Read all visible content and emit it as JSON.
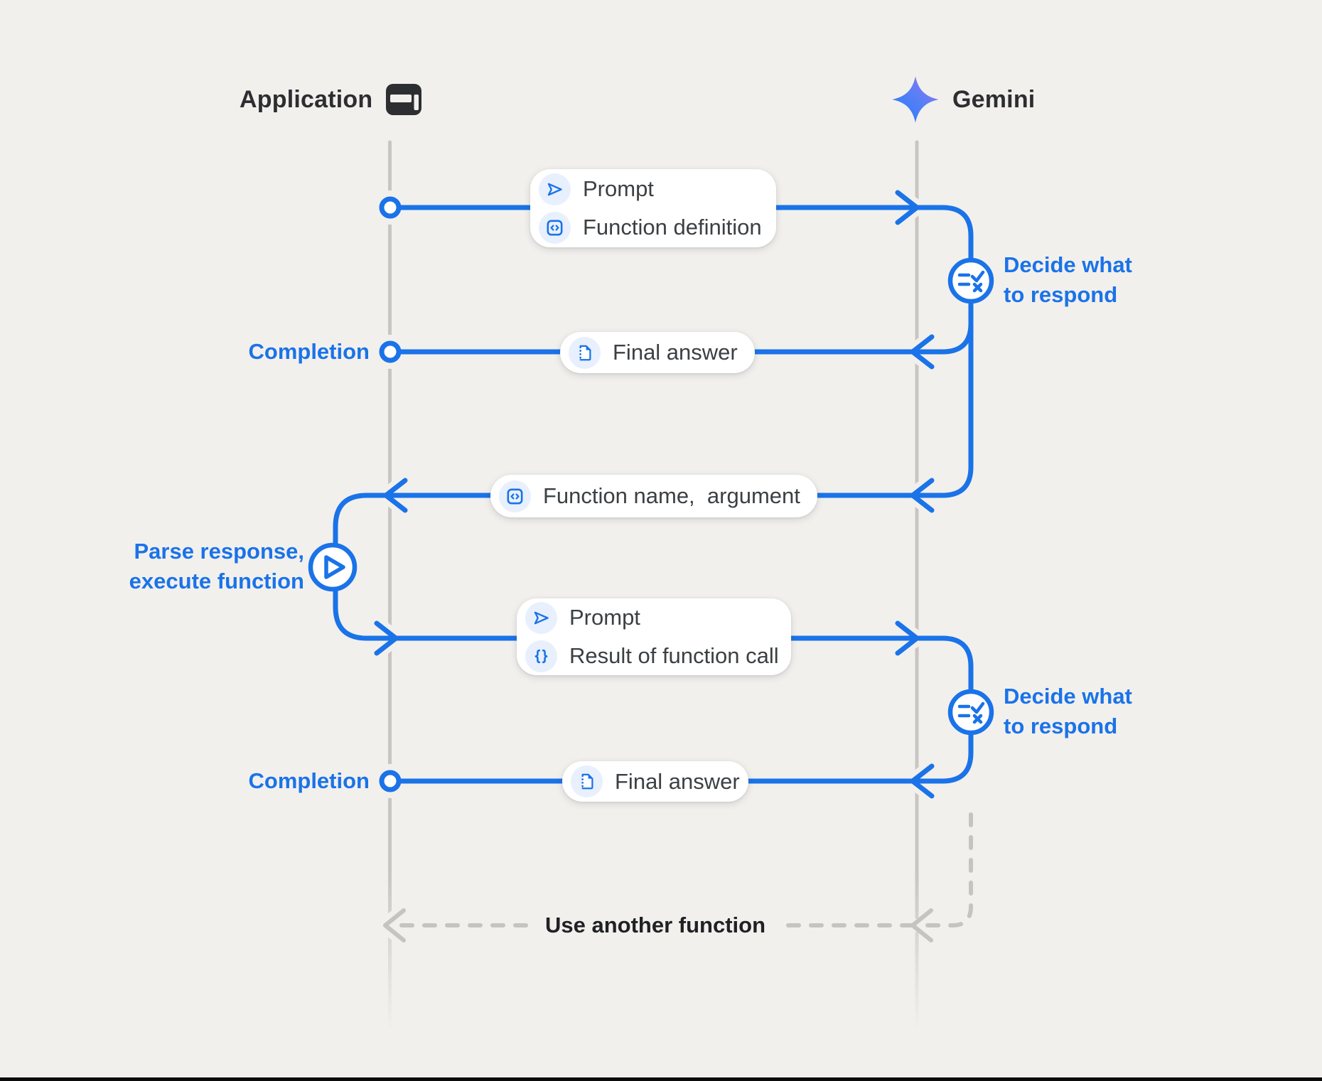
{
  "header": {
    "application_label": "Application",
    "gemini_label": "Gemini"
  },
  "boxes": {
    "prompt_function_definition": {
      "row1": {
        "icon": "send-icon",
        "label": "Prompt"
      },
      "row2": {
        "icon": "code-box-icon",
        "label": "Function definition"
      }
    },
    "final_answer_1": {
      "row1": {
        "icon": "document-icon",
        "label": "Final answer"
      }
    },
    "function_name_argument": {
      "row1": {
        "icon": "code-box-icon",
        "label": "Function name,  argument"
      }
    },
    "prompt_result_of_function_call": {
      "row1": {
        "icon": "send-icon",
        "label": "Prompt"
      },
      "row2": {
        "icon": "braces-icon",
        "label": "Result of function call"
      }
    },
    "final_answer_2": {
      "row1": {
        "icon": "document-icon",
        "label": "Final answer"
      }
    }
  },
  "labels": {
    "decide_1_line1": "Decide what",
    "decide_1_line2": "to respond",
    "decide_2_line1": "Decide what",
    "decide_2_line2": "to respond",
    "completion_1": "Completion",
    "completion_2": "Completion",
    "parse_line1": "Parse response,",
    "parse_line2": "execute function",
    "use_another_function": "Use another function"
  },
  "colors": {
    "accent_blue": "#1a73e8",
    "icon_chip_bg": "#e8f0fe",
    "background": "#f2f0ed",
    "lifeline_gray": "#c8c5c2",
    "text_dark": "#3c4043"
  }
}
